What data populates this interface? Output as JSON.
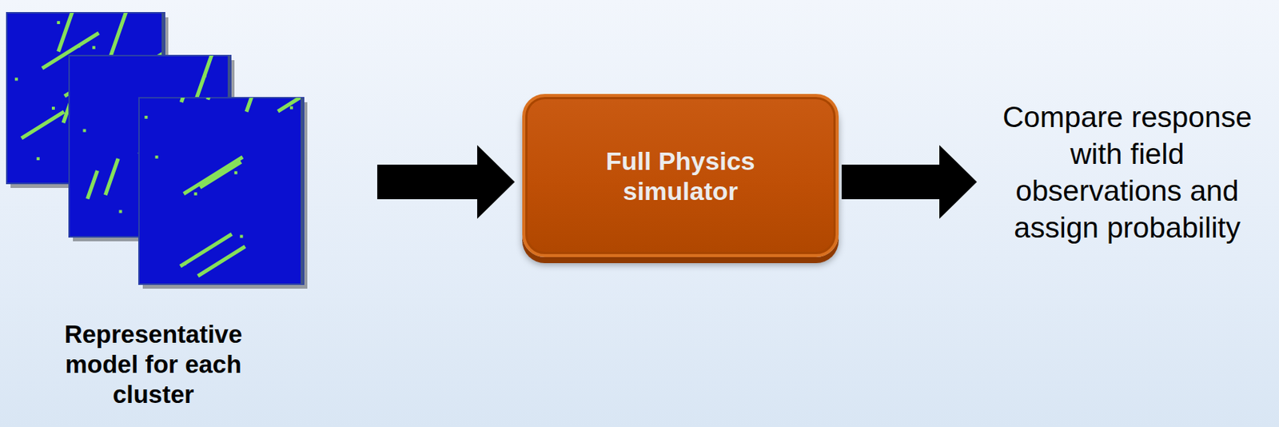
{
  "diagram": {
    "nodes": [
      {
        "text": [
          "Representative model for each cluster"
        ]
      },
      {
        "text": [
          "Full Physics simulator"
        ]
      },
      {
        "text": [
          "Compare response with field observations and assign probability"
        ]
      }
    ],
    "edges": [
      {
        "from": 0,
        "to": 1,
        "arrow": "to"
      },
      {
        "from": 1,
        "to": 2,
        "arrow": "to"
      }
    ]
  }
}
